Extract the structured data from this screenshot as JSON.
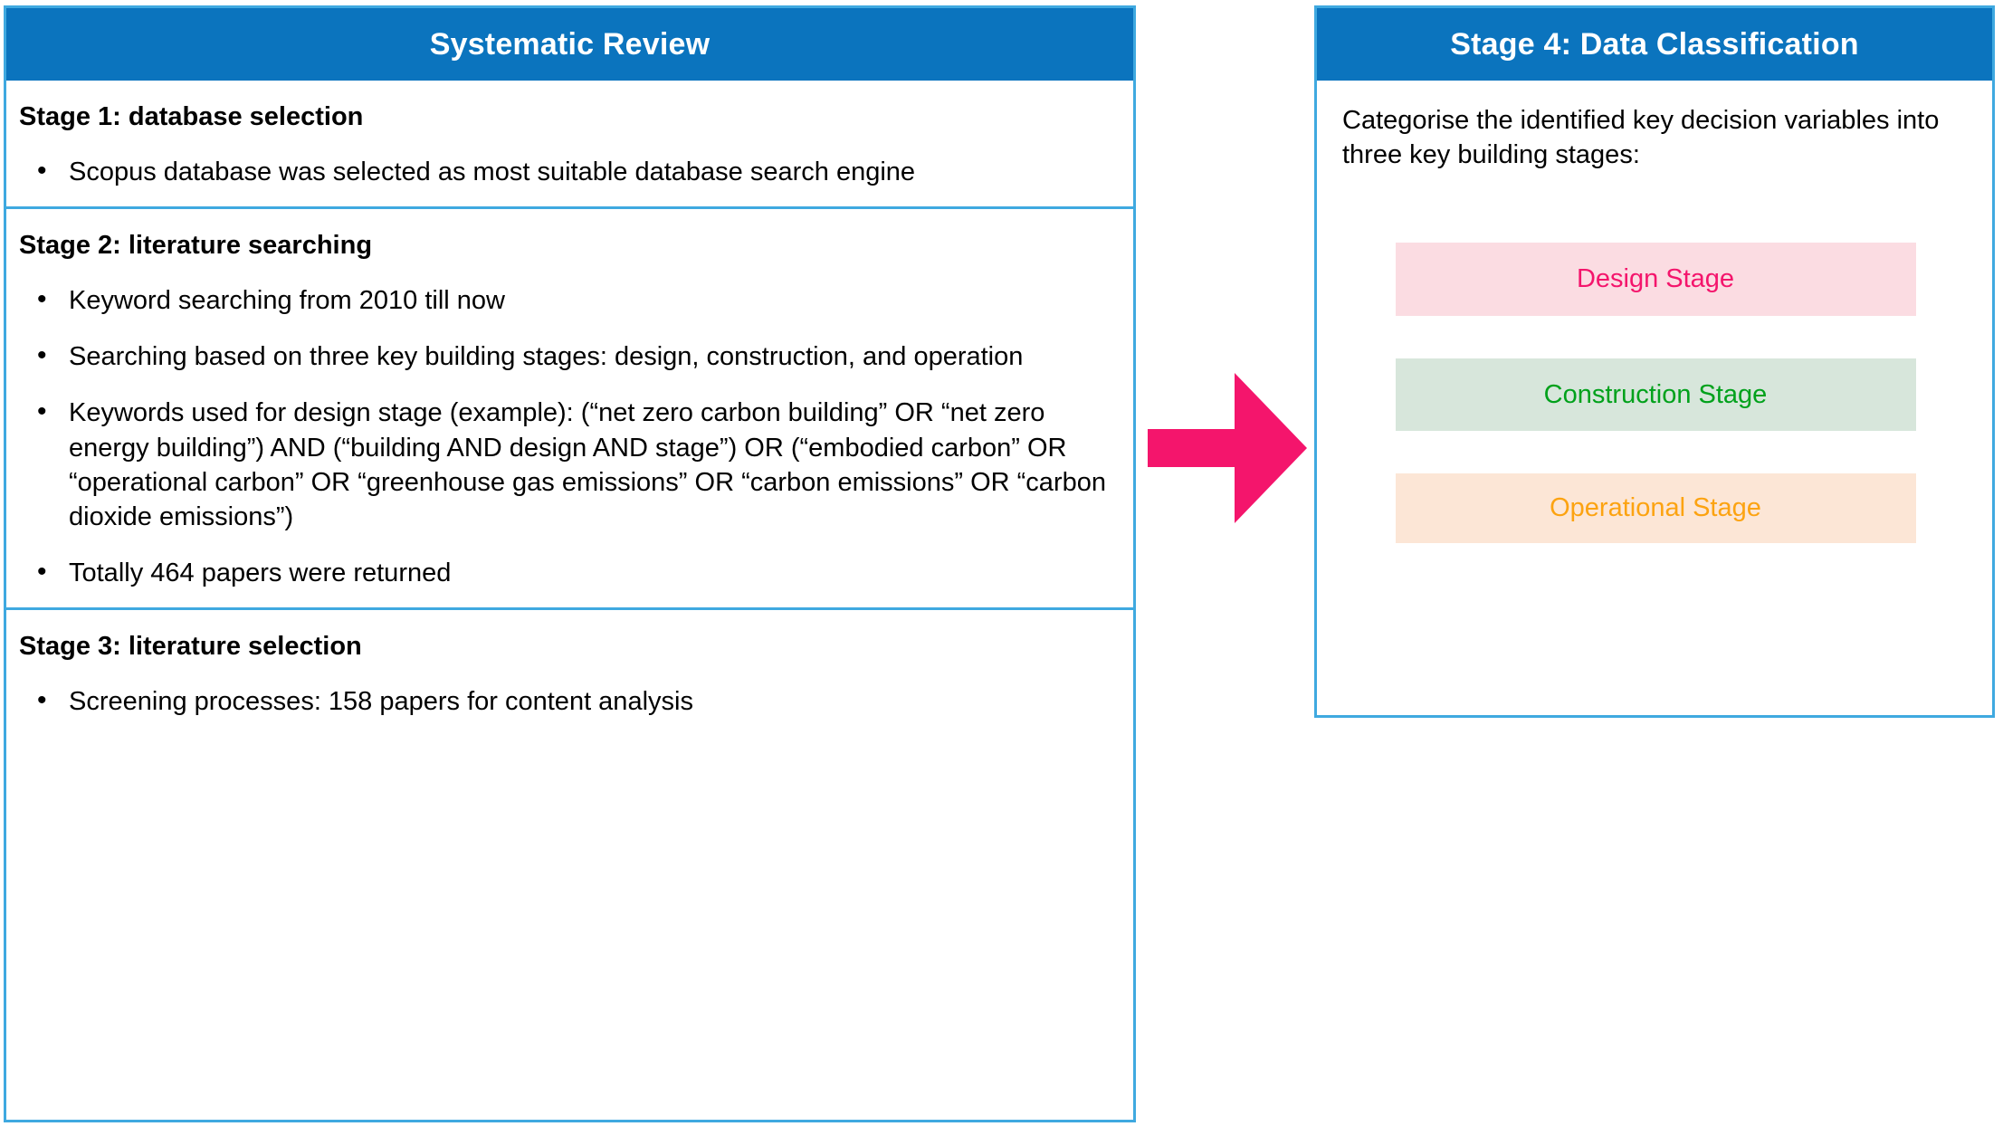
{
  "colors": {
    "header_blue": "#0B74BE",
    "border_blue": "#3FA9E0",
    "arrow_pink": "#F4156C",
    "design_bg": "#FBDCE2",
    "design_text": "#F4156C",
    "construction_bg": "#D7E6DB",
    "construction_text": "#00A11B",
    "operational_bg": "#FCE6D6",
    "operational_text": "#FCA311"
  },
  "left_panel": {
    "title": "Systematic Review",
    "stages": [
      {
        "heading": "Stage 1: database selection",
        "bullets": [
          "Scopus database was selected as most suitable database search engine"
        ]
      },
      {
        "heading": "Stage 2: literature searching",
        "bullets": [
          "Keyword searching from 2010 till now",
          "Searching based on three key building stages: design, construction, and operation",
          "Keywords used for design stage (example): (“net zero carbon building” OR “net zero energy building”)  AND (“building AND design AND stage”) OR (“embodied carbon” OR “operational carbon” OR “greenhouse gas emissions” OR “carbon emissions” OR “carbon dioxide emissions”)",
          "Totally 464 papers were returned"
        ]
      },
      {
        "heading": "Stage 3: literature selection",
        "bullets": [
          "Screening processes: 158 papers for content analysis"
        ]
      }
    ]
  },
  "arrow": {
    "icon": "right-arrow-icon"
  },
  "right_panel": {
    "title": "Stage 4: Data Classification",
    "intro": "Categorise the identified key decision variables into three key building stages:",
    "stage_boxes": [
      {
        "label": "Design Stage"
      },
      {
        "label": "Construction Stage"
      },
      {
        "label": "Operational Stage"
      }
    ]
  }
}
